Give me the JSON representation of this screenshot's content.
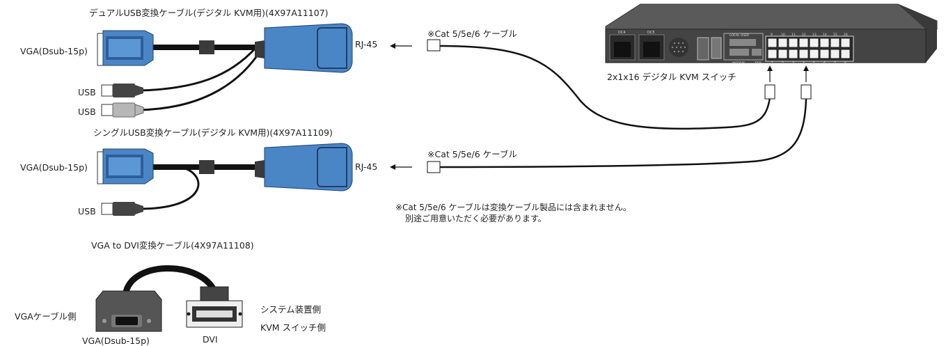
{
  "cables": {
    "dual_usb": {
      "title": "デュアルUSB変換ケーブル(デジタル KVM用)(4X97A11107)",
      "vga_label": "VGA(Dsub-15p)",
      "usb1_label": "USB",
      "usb2_label": "USB",
      "rj45_label": "RJ-45",
      "cat_label": "※Cat 5/5e/6 ケーブル"
    },
    "single_usb": {
      "title": "シングルUSB変換ケーブル(デジタル KVM用)(4X97A11109)",
      "vga_label": "VGA(Dsub-15p)",
      "usb_label": "USB",
      "rj45_label": "RJ-45",
      "cat_label": "※Cat 5/5e/6 ケーブル"
    },
    "vga_dvi": {
      "title": "VGA to DVI変換ケーブル(4X97A11108)",
      "vga_side_label": "VGAケーブル側",
      "vga_connector_label": "VGA(Dsub-15p)",
      "dvi_label": "DVI",
      "system_side_label": "システム装置側",
      "kvm_side_label": "KVM スイッチ側"
    }
  },
  "switch": {
    "label": "2x1x16 デジタル KVM スイッチ",
    "panel_text": {
      "local_user": "LOCAL USER",
      "modem": "MODEM",
      "tier": "TIER",
      "port_numbers_top": [
        "9",
        "10",
        "11",
        "12",
        "13",
        "14",
        "15",
        "16"
      ],
      "port_numbers_bottom": [
        "1",
        "2",
        "3",
        "4",
        "5",
        "6",
        "7",
        "8"
      ]
    }
  },
  "notes": {
    "line1": "※Cat 5/5e/6 ケーブルは変換ケーブル製品には含まれません。",
    "line2": "別途ご用意いただく必要があります。"
  },
  "colors": {
    "blue_connector": "#4a86c6",
    "blue_dark": "#2d5f9a",
    "cable": "#111111",
    "switch_body": "#4a4a4a",
    "switch_panel": "#3a3a3a"
  }
}
